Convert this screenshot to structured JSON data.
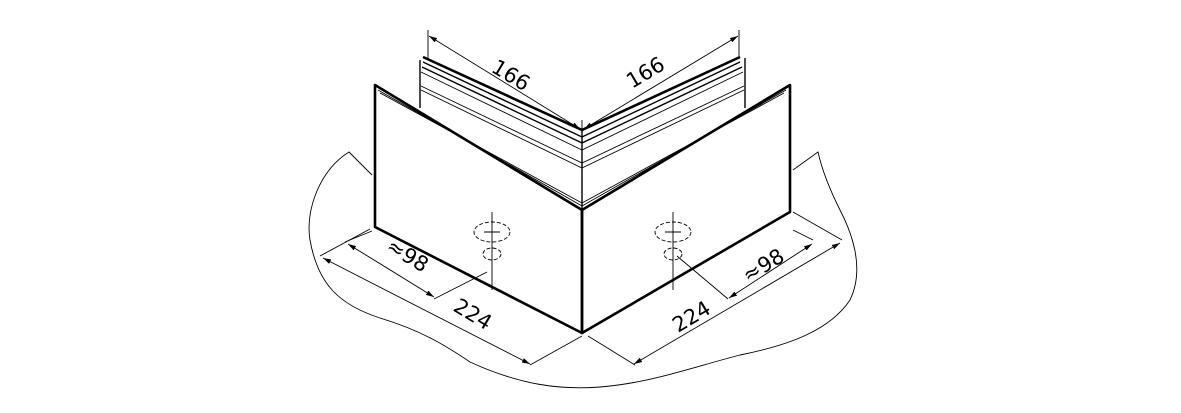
{
  "drawing": {
    "dimensions": {
      "rail_left": "166",
      "rail_right": "166",
      "hole_left": "≈98",
      "hole_right": "≈98",
      "base_left": "224",
      "base_right": "224"
    },
    "line_color": "#000000",
    "background": "#ffffff"
  }
}
